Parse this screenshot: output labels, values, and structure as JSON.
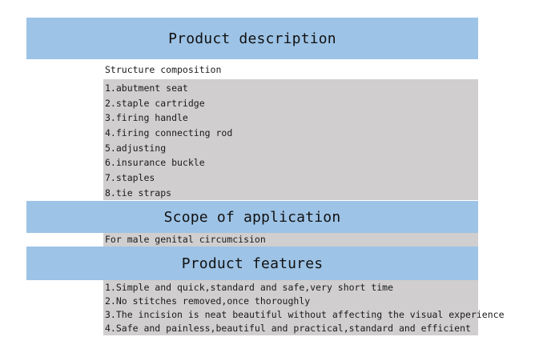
{
  "sections": {
    "description": {
      "title": "Product description",
      "subtitle": "Structure composition",
      "items": [
        "1.abutment seat",
        "2.staple cartridge",
        "3.firing handle",
        "4.firing connecting rod",
        "5.adjusting",
        "6.insurance buckle",
        "7.staples",
        "8.tie straps"
      ]
    },
    "scope": {
      "title": "Scope of application",
      "text": "For male genital circumcision"
    },
    "features": {
      "title": "Product features",
      "items": [
        "1.Simple and quick,standard and safe,very short time",
        "2.No stitches removed,once thoroughly",
        "3.The incision is neat beautiful without affecting the visual experience",
        "4.Safe and painless,beautiful and practical,standard and efficient"
      ]
    }
  },
  "colors": {
    "header_band": "#9dc3e6",
    "content_gray": "#d0cece",
    "background": "#ffffff"
  }
}
